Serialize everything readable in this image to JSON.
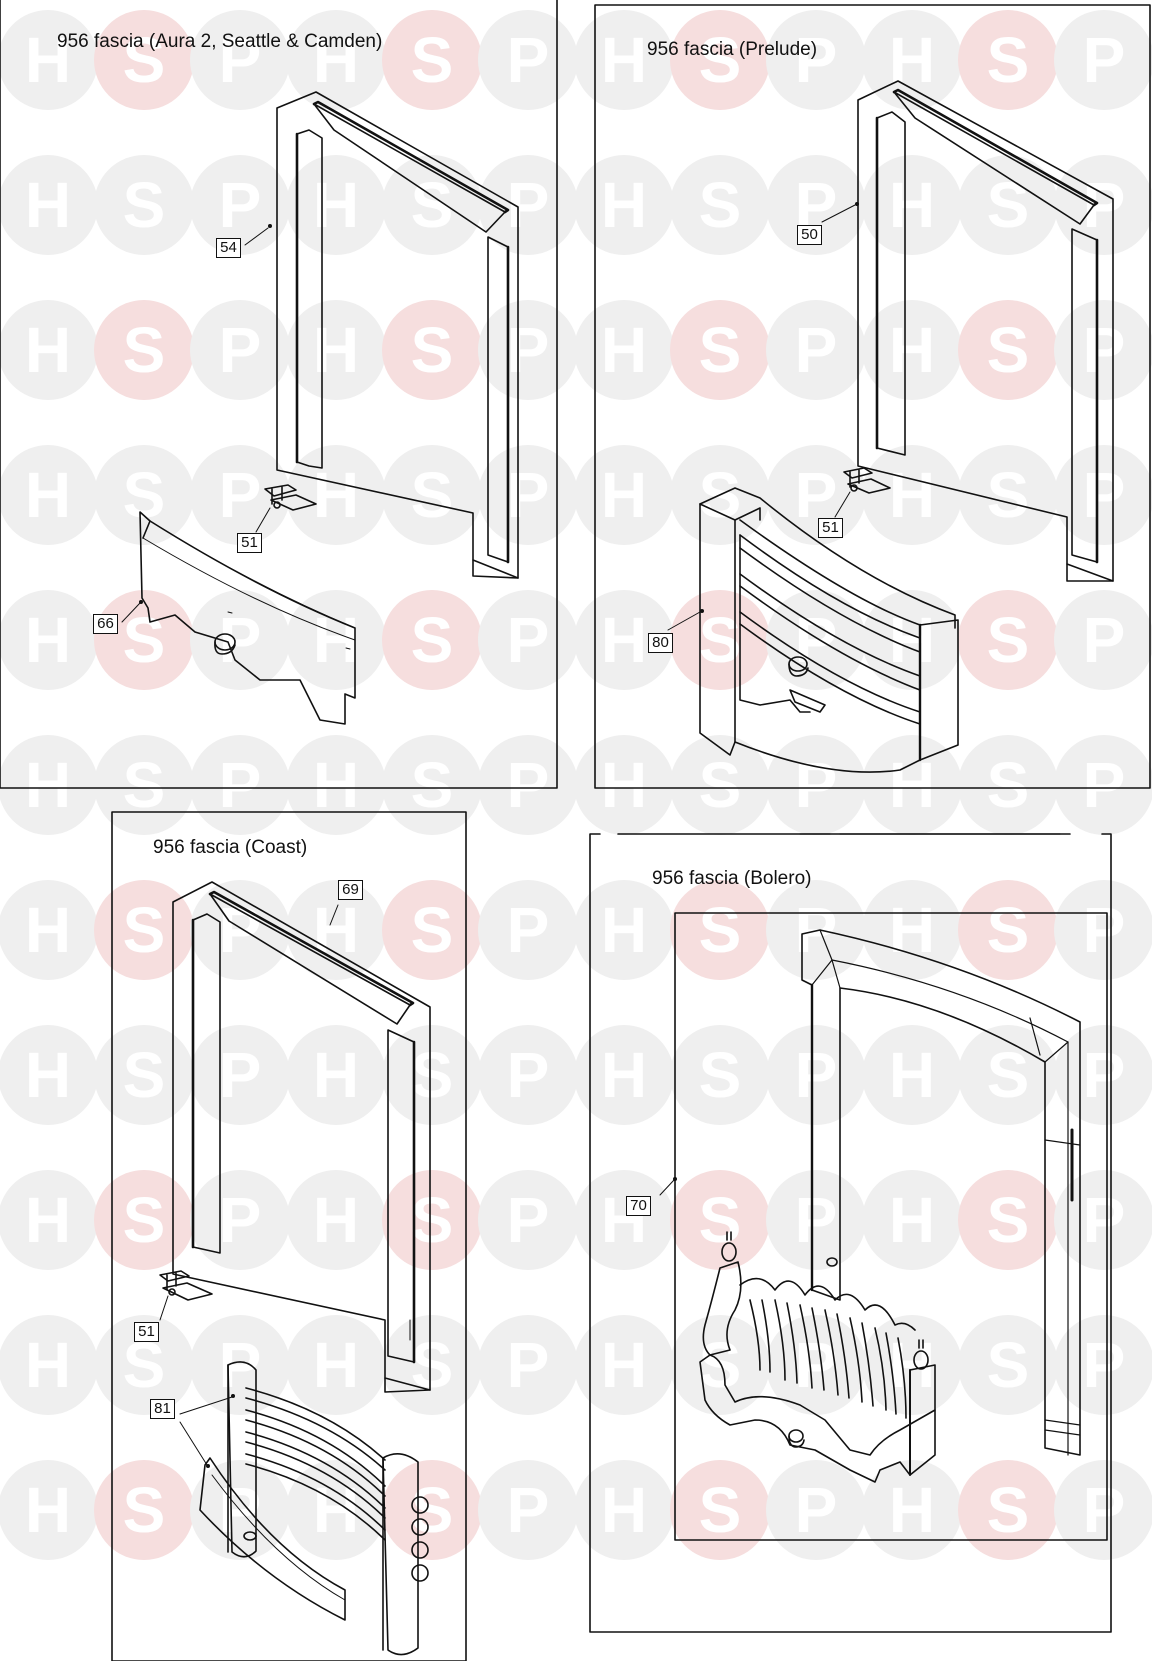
{
  "watermark": {
    "letters": [
      "H",
      "S",
      "P"
    ],
    "circle_color": "#efefef",
    "letter_color": "#ffffff",
    "highlight_circle_color": "#f6dede"
  },
  "panels": [
    {
      "id": "aura",
      "title": "956 fascia (Aura 2, Seattle & Camden)",
      "callouts": [
        "54",
        "51",
        "66"
      ]
    },
    {
      "id": "prelude",
      "title": "956 fascia (Prelude)",
      "callouts": [
        "50",
        "51",
        "80"
      ]
    },
    {
      "id": "coast",
      "title": "956 fascia (Coast)",
      "callouts": [
        "69",
        "51",
        "81"
      ]
    },
    {
      "id": "bolero",
      "title": "956 fascia (Bolero)",
      "callouts": [
        "70"
      ]
    }
  ],
  "colors": {
    "line": "#111111",
    "background": "#ffffff"
  }
}
